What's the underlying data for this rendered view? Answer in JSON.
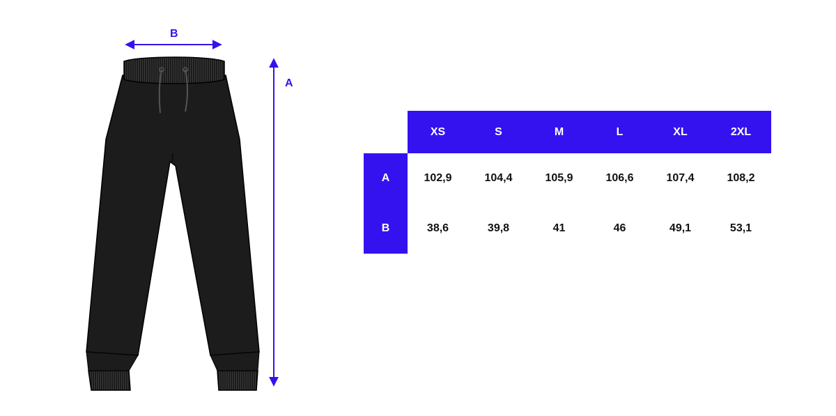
{
  "diagram": {
    "labels": {
      "width": "B",
      "length": "A"
    }
  },
  "colors": {
    "accent": "#3412f0",
    "garment": "#1c1c1c"
  },
  "size_table": {
    "sizes": [
      "XS",
      "S",
      "M",
      "L",
      "XL",
      "2XL"
    ],
    "rows": [
      {
        "label": "A",
        "values": [
          "102,9",
          "104,4",
          "105,9",
          "106,6",
          "107,4",
          "108,2"
        ]
      },
      {
        "label": "B",
        "values": [
          "38,6",
          "39,8",
          "41",
          "46",
          "49,1",
          "53,1"
        ]
      }
    ]
  }
}
